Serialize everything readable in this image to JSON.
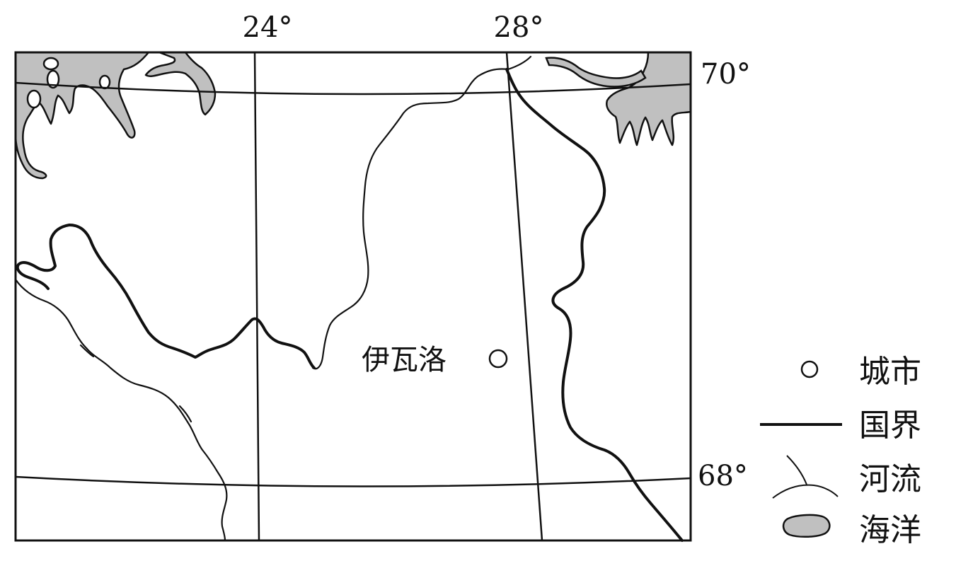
{
  "map": {
    "longitude_labels": [
      "24°",
      "28°"
    ],
    "latitude_labels": [
      "70°",
      "68°"
    ],
    "city": {
      "name": "伊瓦洛"
    },
    "colors": {
      "sea": "#c0c0c0",
      "line": "#111111",
      "background": "#ffffff"
    }
  },
  "legend": {
    "items": [
      {
        "symbol": "city-circle",
        "label": "城市"
      },
      {
        "symbol": "border-line",
        "label": "国界"
      },
      {
        "symbol": "river-line",
        "label": "河流"
      },
      {
        "symbol": "sea-blob",
        "label": "海洋"
      }
    ]
  }
}
